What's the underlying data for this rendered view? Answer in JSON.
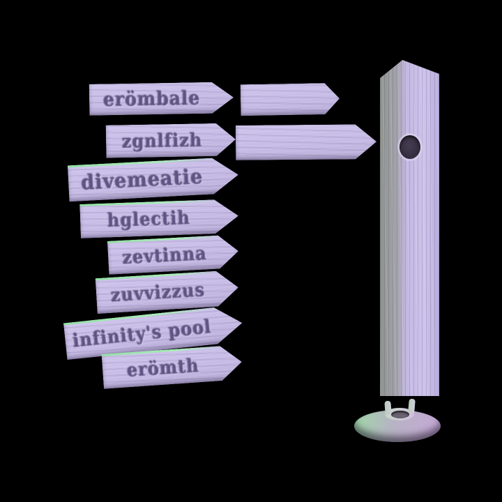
{
  "scene": {
    "description": "3D render of a modular wooden signpost: eight lavender arrow-shaped direction signs with embossed blackletter names, two blank arrow signs, a tall square wooden post with a peg hole, and a round stand base with two mounting prongs",
    "background_color": "#000000",
    "signs": [
      {
        "label": "erömbale"
      },
      {
        "label": "zgnlfizh"
      },
      {
        "label": "divemeatie"
      },
      {
        "label": "hglectih"
      },
      {
        "label": "zevtinna"
      },
      {
        "label": "zuvvizzus"
      },
      {
        "label": "infinity's pool"
      },
      {
        "label": "erömth"
      }
    ],
    "blank_sign_count": 2,
    "colors": {
      "sign_body": "#c6bbe5",
      "sign_text_emboss": "#5f5384",
      "rim_light_green": "#93e0a5",
      "post_front": "#cdc3eb",
      "post_shadow_side": "#8e948c",
      "peg_hole": "#352e40",
      "base_green_rim": "#9fd8a8",
      "base_purple_rim": "#c7a8d8"
    }
  }
}
